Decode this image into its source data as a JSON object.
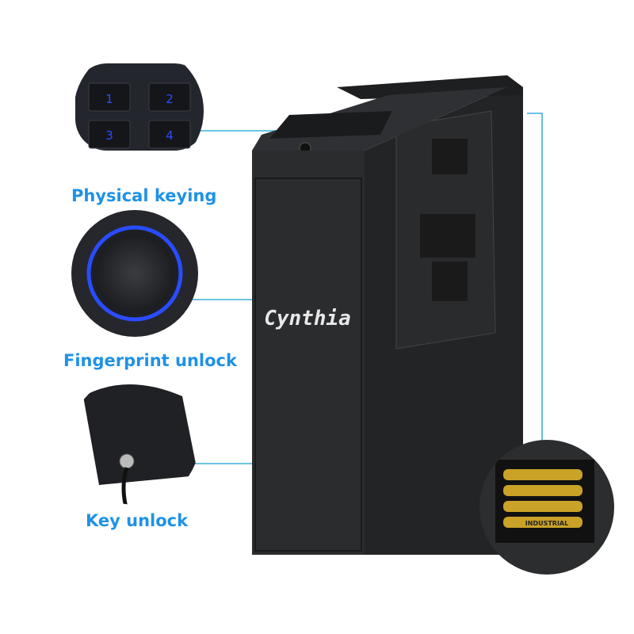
{
  "brand": "Cynthia",
  "features": [
    {
      "label": "Physical keying"
    },
    {
      "label": "Fingerprint unlock"
    },
    {
      "label": "Key unlock"
    }
  ],
  "keypad_keys": [
    "1",
    "2",
    "3",
    "4"
  ],
  "battery_text": "INDUSTRIAL",
  "colors": {
    "accent_label": "#1f92e6",
    "callout_line": "#3ab0d8",
    "safe_body": "#2b2c2e",
    "fingerprint_ring": "#2a4cff"
  }
}
